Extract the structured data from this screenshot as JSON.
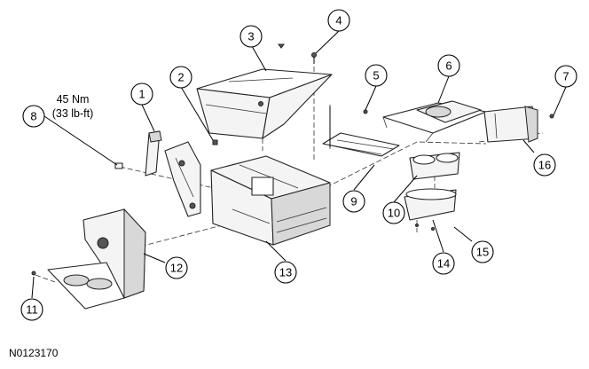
{
  "figure_id": "N0123170",
  "torque_spec": {
    "metric": "45 Nm",
    "imperial": "(33 lb-ft)"
  },
  "callouts": [
    "1",
    "2",
    "3",
    "4",
    "5",
    "6",
    "7",
    "8",
    "9",
    "10",
    "11",
    "12",
    "13",
    "14",
    "15",
    "16"
  ]
}
